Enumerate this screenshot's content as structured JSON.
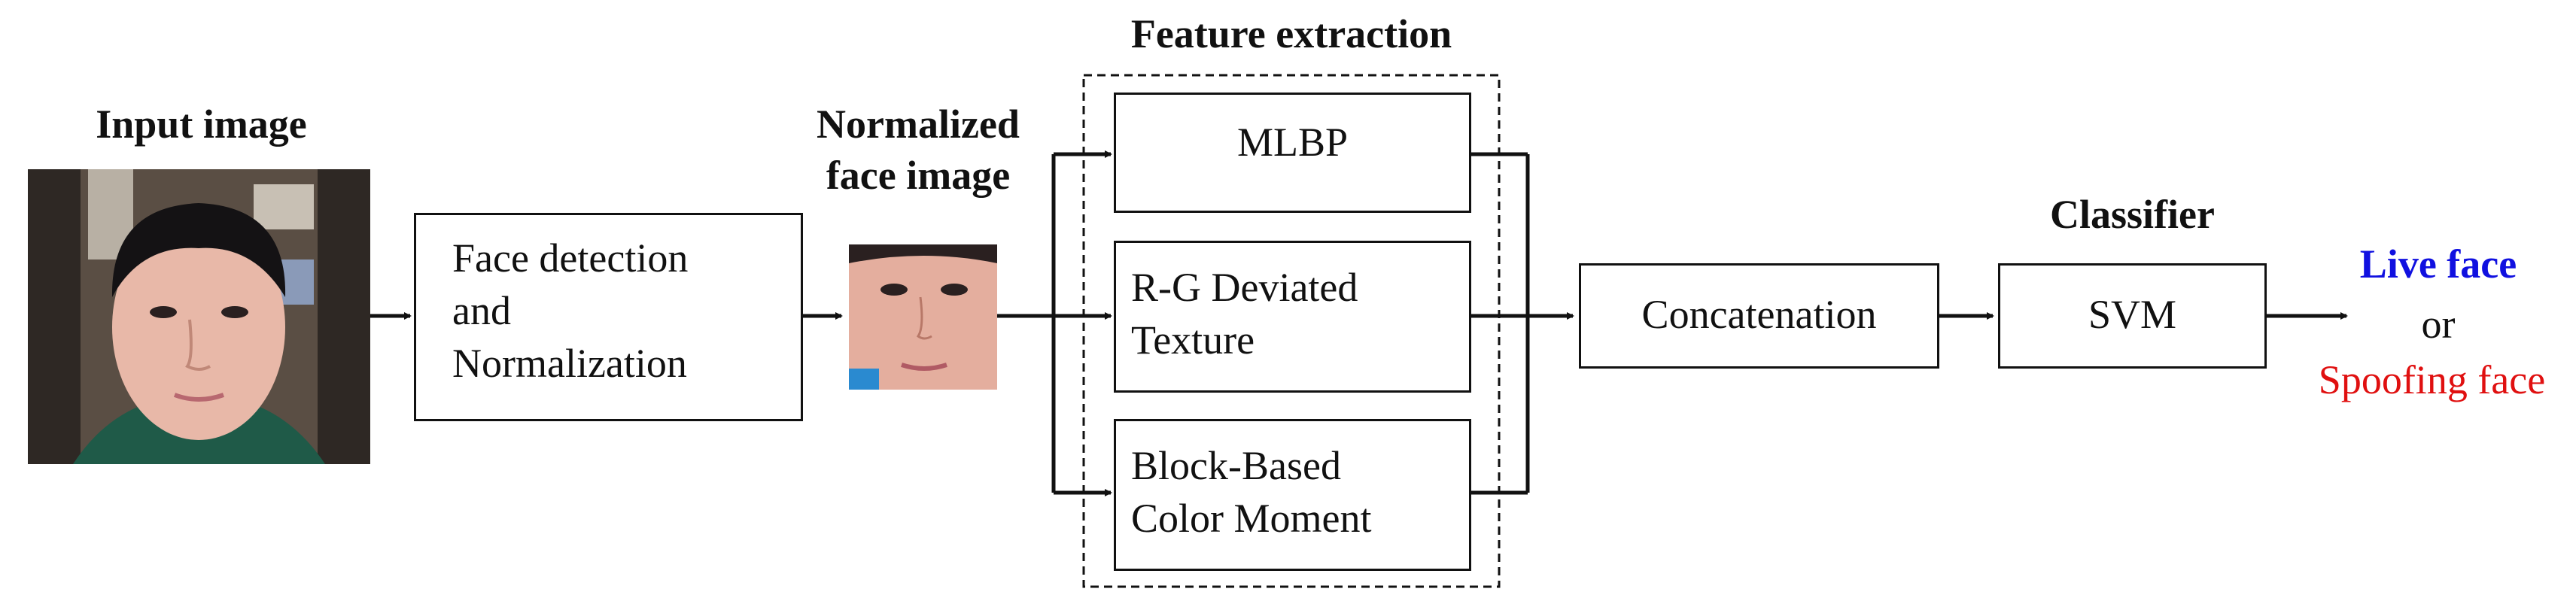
{
  "labels": {
    "input_image": "Input image",
    "normalized_face_image_line1": "Normalized",
    "normalized_face_image_line2": "face image",
    "feature_extraction": "Feature extraction",
    "classifier": "Classifier",
    "output_live": "Live face",
    "output_or": "or",
    "output_spoof": "Spoofing face"
  },
  "boxes": {
    "face_detection_line1": "Face detection",
    "face_detection_line2": "and",
    "face_detection_line3": "Normalization",
    "mlbp": "MLBP",
    "rg_line1": "R-G Deviated",
    "rg_line2": "Texture",
    "block_line1": "Block-Based",
    "block_line2": "Color Moment",
    "concatenation": "Concatenation",
    "svm": "SVM"
  },
  "colors": {
    "live": "#1010e0",
    "spoof": "#e01010",
    "line": "#111111"
  }
}
